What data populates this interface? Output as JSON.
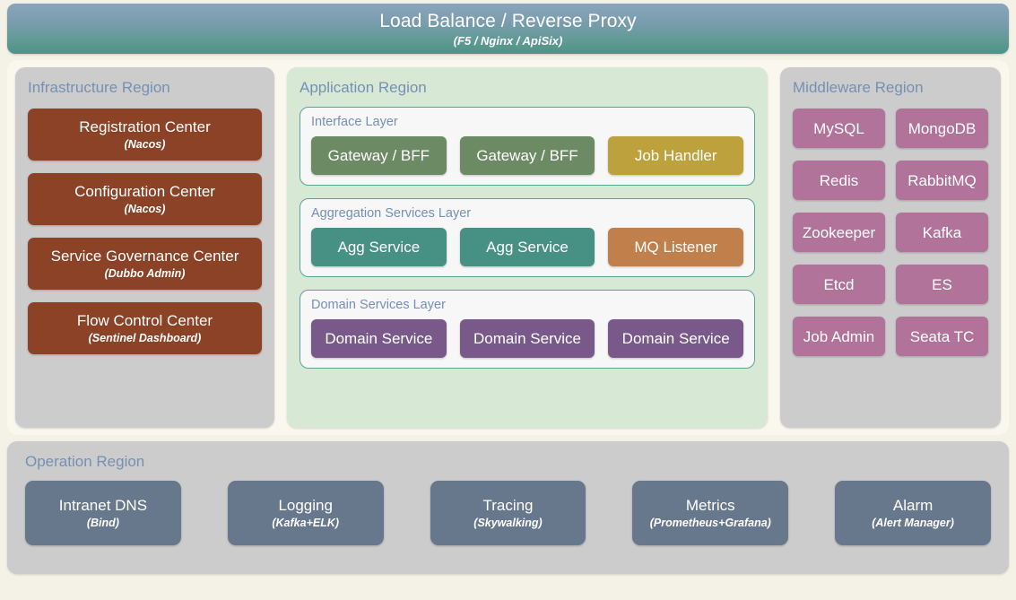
{
  "banner": {
    "title": "Load Balance / Reverse Proxy",
    "subtitle": "(F5 / Nginx / ApiSix)"
  },
  "infrastructure": {
    "title": "Infrastructure Region",
    "color": "#8b4226",
    "items": [
      {
        "title": "Registration Center",
        "subtitle": "(Nacos)"
      },
      {
        "title": "Configuration Center",
        "subtitle": "(Nacos)"
      },
      {
        "title": "Service Governance Center",
        "subtitle": "(Dubbo Admin)"
      },
      {
        "title": "Flow Control Center",
        "subtitle": "(Sentinel Dashboard)"
      }
    ]
  },
  "application": {
    "title": "Application Region",
    "background": "#d7e9d5",
    "layers": [
      {
        "title": "Interface Layer",
        "items": [
          {
            "label": "Gateway / BFF",
            "color": "#6c8a63"
          },
          {
            "label": "Gateway / BFF",
            "color": "#6c8a63"
          },
          {
            "label": "Job Handler",
            "color": "#bca13d"
          }
        ]
      },
      {
        "title": "Aggregation Services Layer",
        "items": [
          {
            "label": "Agg Service",
            "color": "#479184"
          },
          {
            "label": "Agg Service",
            "color": "#479184"
          },
          {
            "label": "MQ Listener",
            "color": "#c1804b"
          }
        ]
      },
      {
        "title": "Domain Services Layer",
        "items": [
          {
            "label": "Domain Service",
            "color": "#79598a"
          },
          {
            "label": "Domain Service",
            "color": "#79598a"
          },
          {
            "label": "Domain Service",
            "color": "#79598a"
          }
        ]
      }
    ]
  },
  "middleware": {
    "title": "Middleware Region",
    "color": "#b2739b",
    "items": [
      {
        "label": "MySQL"
      },
      {
        "label": "MongoDB"
      },
      {
        "label": "Redis"
      },
      {
        "label": "RabbitMQ"
      },
      {
        "label": "Zookeeper"
      },
      {
        "label": "Kafka"
      },
      {
        "label": "Etcd"
      },
      {
        "label": "ES"
      },
      {
        "label": "Job Admin"
      },
      {
        "label": "Seata TC"
      }
    ]
  },
  "operation": {
    "title": "Operation Region",
    "color": "#67778c",
    "items": [
      {
        "title": "Intranet DNS",
        "subtitle": "(Bind)"
      },
      {
        "title": "Logging",
        "subtitle": "(Kafka+ELK)"
      },
      {
        "title": "Tracing",
        "subtitle": "(Skywalking)"
      },
      {
        "title": "Metrics",
        "subtitle": "(Prometheus+Grafana)"
      },
      {
        "title": "Alarm",
        "subtitle": "(Alert Manager)"
      }
    ]
  },
  "theme": {
    "page_background": "#f4f1e6",
    "region_background": "#cccccc",
    "region_title_color": "#7590b5",
    "layer_background": "#f7f7f7",
    "layer_border": "#5aa396",
    "banner_gradient_top": "#8aa5bb",
    "banner_gradient_bottom": "#4e9287"
  }
}
